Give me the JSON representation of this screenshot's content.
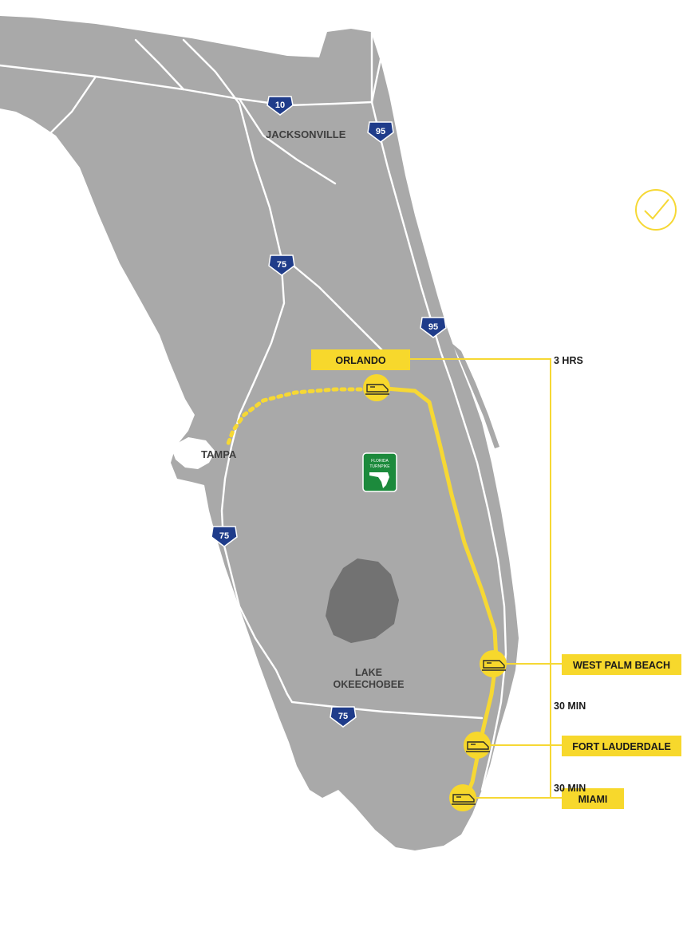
{
  "cities": {
    "jacksonville": "JACKSONVILLE",
    "tampa": "TAMPA"
  },
  "lake": {
    "line1": "LAKE",
    "line2": "OKEECHOBEE"
  },
  "highways": {
    "i10": "10",
    "i95_north": "95",
    "i95_central": "95",
    "i75_north": "75",
    "i75_central": "75",
    "i75_south": "75"
  },
  "turnpike": {
    "line1": "FLORIDA",
    "line2": "TURNPIKE"
  },
  "stations": {
    "orlando": "ORLANDO",
    "west_palm_beach": "WEST PALM BEACH",
    "fort_lauderdale": "FORT LAUDERDALE",
    "miami": "MIAMI"
  },
  "travel_times": {
    "orlando_west_palm": "3 HRS",
    "west_palm_fort_lauderdale": "30 MIN",
    "fort_lauderdale_miami": "30 MIN"
  },
  "colors": {
    "land": "#a9a9a9",
    "road": "#ffffff",
    "route": "#f6d834",
    "station_tag": "#f7d82c",
    "interstate": "#1f3c8a",
    "turnpike": "#1c8a3c",
    "lake": "#727272"
  },
  "icons": [
    "check-circle-icon",
    "train-icon",
    "interstate-shield-icon",
    "turnpike-sign-icon"
  ]
}
